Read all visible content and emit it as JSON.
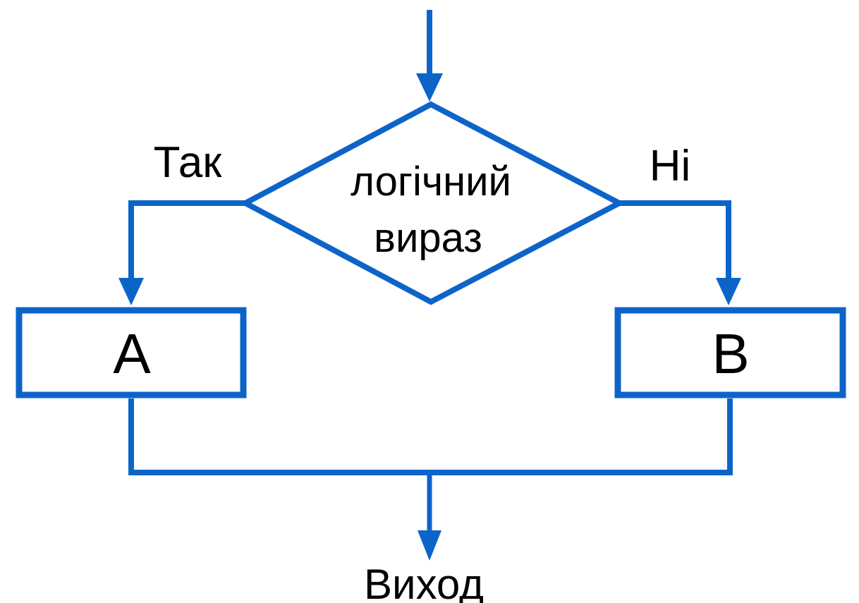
{
  "diagram": {
    "kind": "flowchart-branching",
    "decision": {
      "line1": "логічний",
      "line2": "вираз"
    },
    "branches": {
      "yes_label": "Так",
      "no_label": "Ні"
    },
    "process_a_label": "А",
    "process_b_label": "В",
    "exit_label": "Виход"
  },
  "colors": {
    "line_color": "#0d64c8",
    "text_color": "#000000",
    "background": "#ffffff"
  }
}
